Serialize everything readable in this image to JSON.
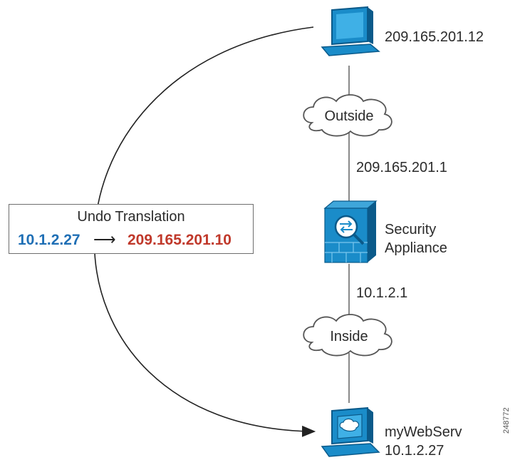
{
  "outside_host": {
    "ip": "209.165.201.12"
  },
  "outside_cloud": {
    "label": "Outside"
  },
  "outside_interface": {
    "ip": "209.165.201.1"
  },
  "security_appliance": {
    "label_line1": "Security",
    "label_line2": "Appliance"
  },
  "inside_interface": {
    "ip": "10.1.2.1"
  },
  "inside_cloud": {
    "label": "Inside"
  },
  "web_server": {
    "name": "myWebServ",
    "ip": "10.1.2.27"
  },
  "translation": {
    "title": "Undo Translation",
    "from": "10.1.2.27",
    "arrow": "⟶",
    "to": "209.165.201.10",
    "from_color": "#1f6fb5",
    "to_color": "#c0392b"
  },
  "figure_id": "248772",
  "colors": {
    "device_blue": "#1a8cc9",
    "device_dark": "#0b5a8a",
    "line": "#8a8a8a"
  }
}
